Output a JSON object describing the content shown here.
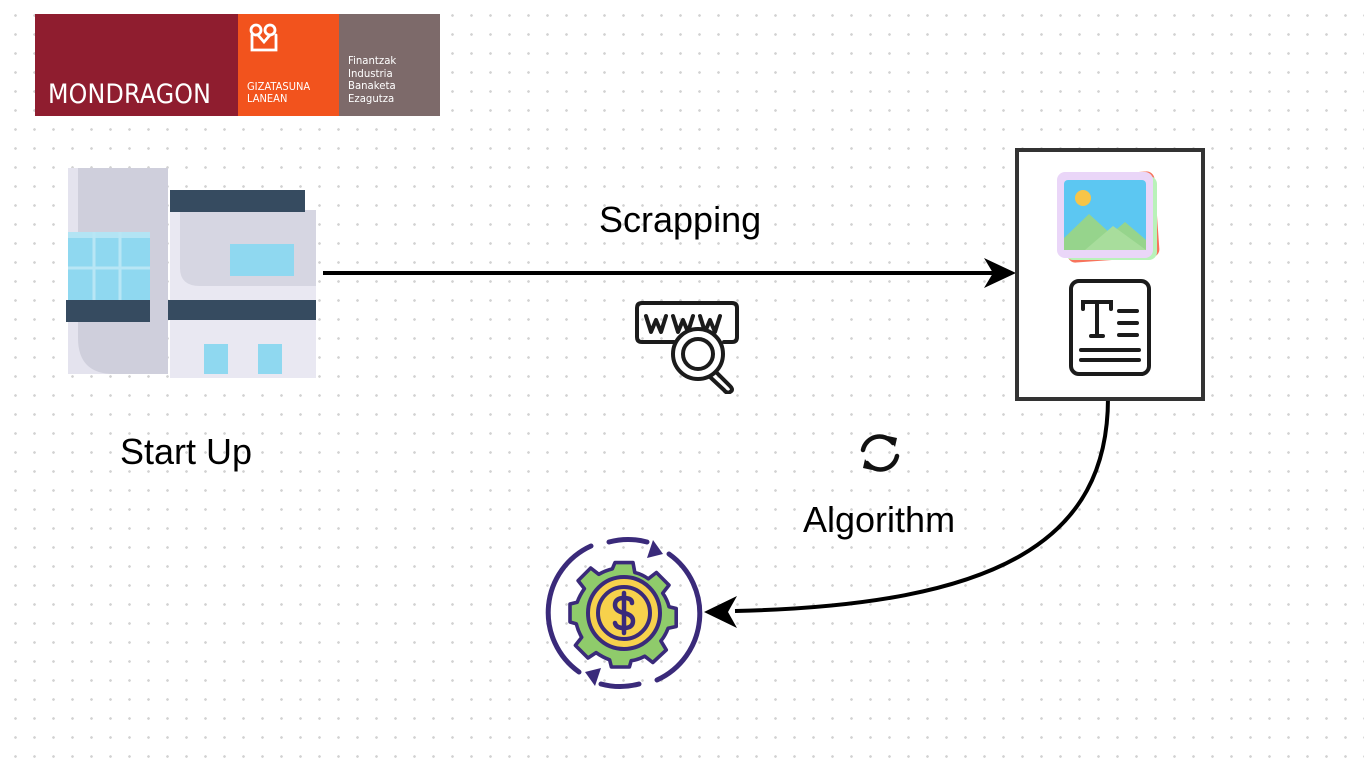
{
  "logo": {
    "brand": "MONDRAGON",
    "tagline_line1": "GIZATASUNA",
    "tagline_line2": "LANEAN",
    "divisions": [
      "Finantzak",
      "Industria",
      "Banaketa",
      "Ezagutza"
    ],
    "colors": {
      "red": "#8f1d2f",
      "orange": "#f2531d",
      "grey": "#7d6a6a"
    }
  },
  "nodes": {
    "startup": {
      "label": "Start Up",
      "icon": "building-icon"
    },
    "data_container": {
      "icons": [
        "image-icon",
        "text-document-icon"
      ]
    },
    "result": {
      "icon": "dollar-gear-icon"
    }
  },
  "edges": {
    "scrapping": {
      "label": "Scrapping",
      "icon": "www-search-icon"
    },
    "algorithm": {
      "label": "Algorithm",
      "icon": "refresh-icon"
    }
  }
}
